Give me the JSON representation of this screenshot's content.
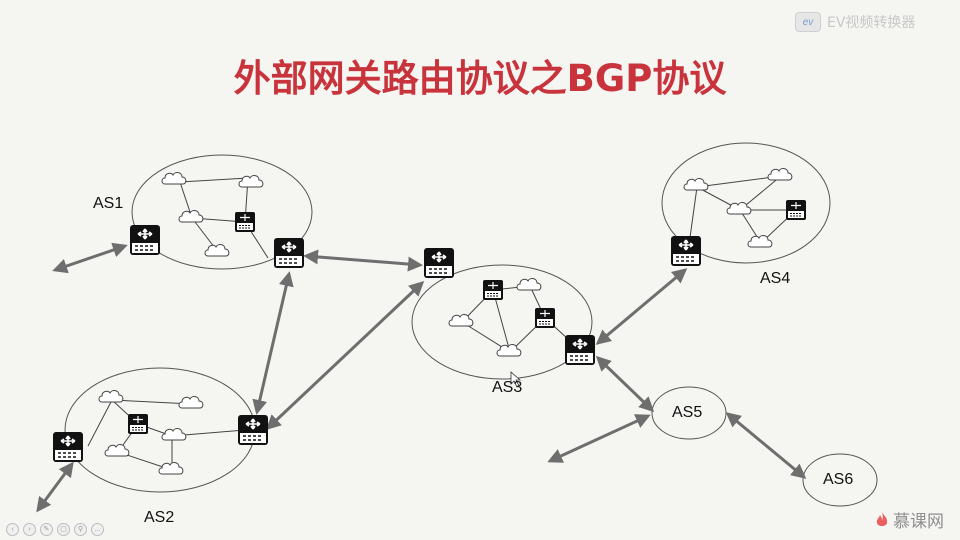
{
  "title": "外部网关路由协议之BGP协议",
  "watermark": {
    "logo": "ev",
    "text": "EV视频转换器"
  },
  "labels": {
    "as1": "AS1",
    "as2": "AS2",
    "as3": "AS3",
    "as4": "AS4",
    "as5": "AS5",
    "as6": "AS6"
  },
  "brand": {
    "text": "慕课网",
    "icon": "flame-icon"
  },
  "player_controls": [
    "prev-icon",
    "next-icon",
    "pen-icon",
    "copy-icon",
    "zoom-icon",
    "more-icon"
  ],
  "colors": {
    "title": "#c9333b",
    "link": "#6e6e6e",
    "router": "#111111"
  }
}
